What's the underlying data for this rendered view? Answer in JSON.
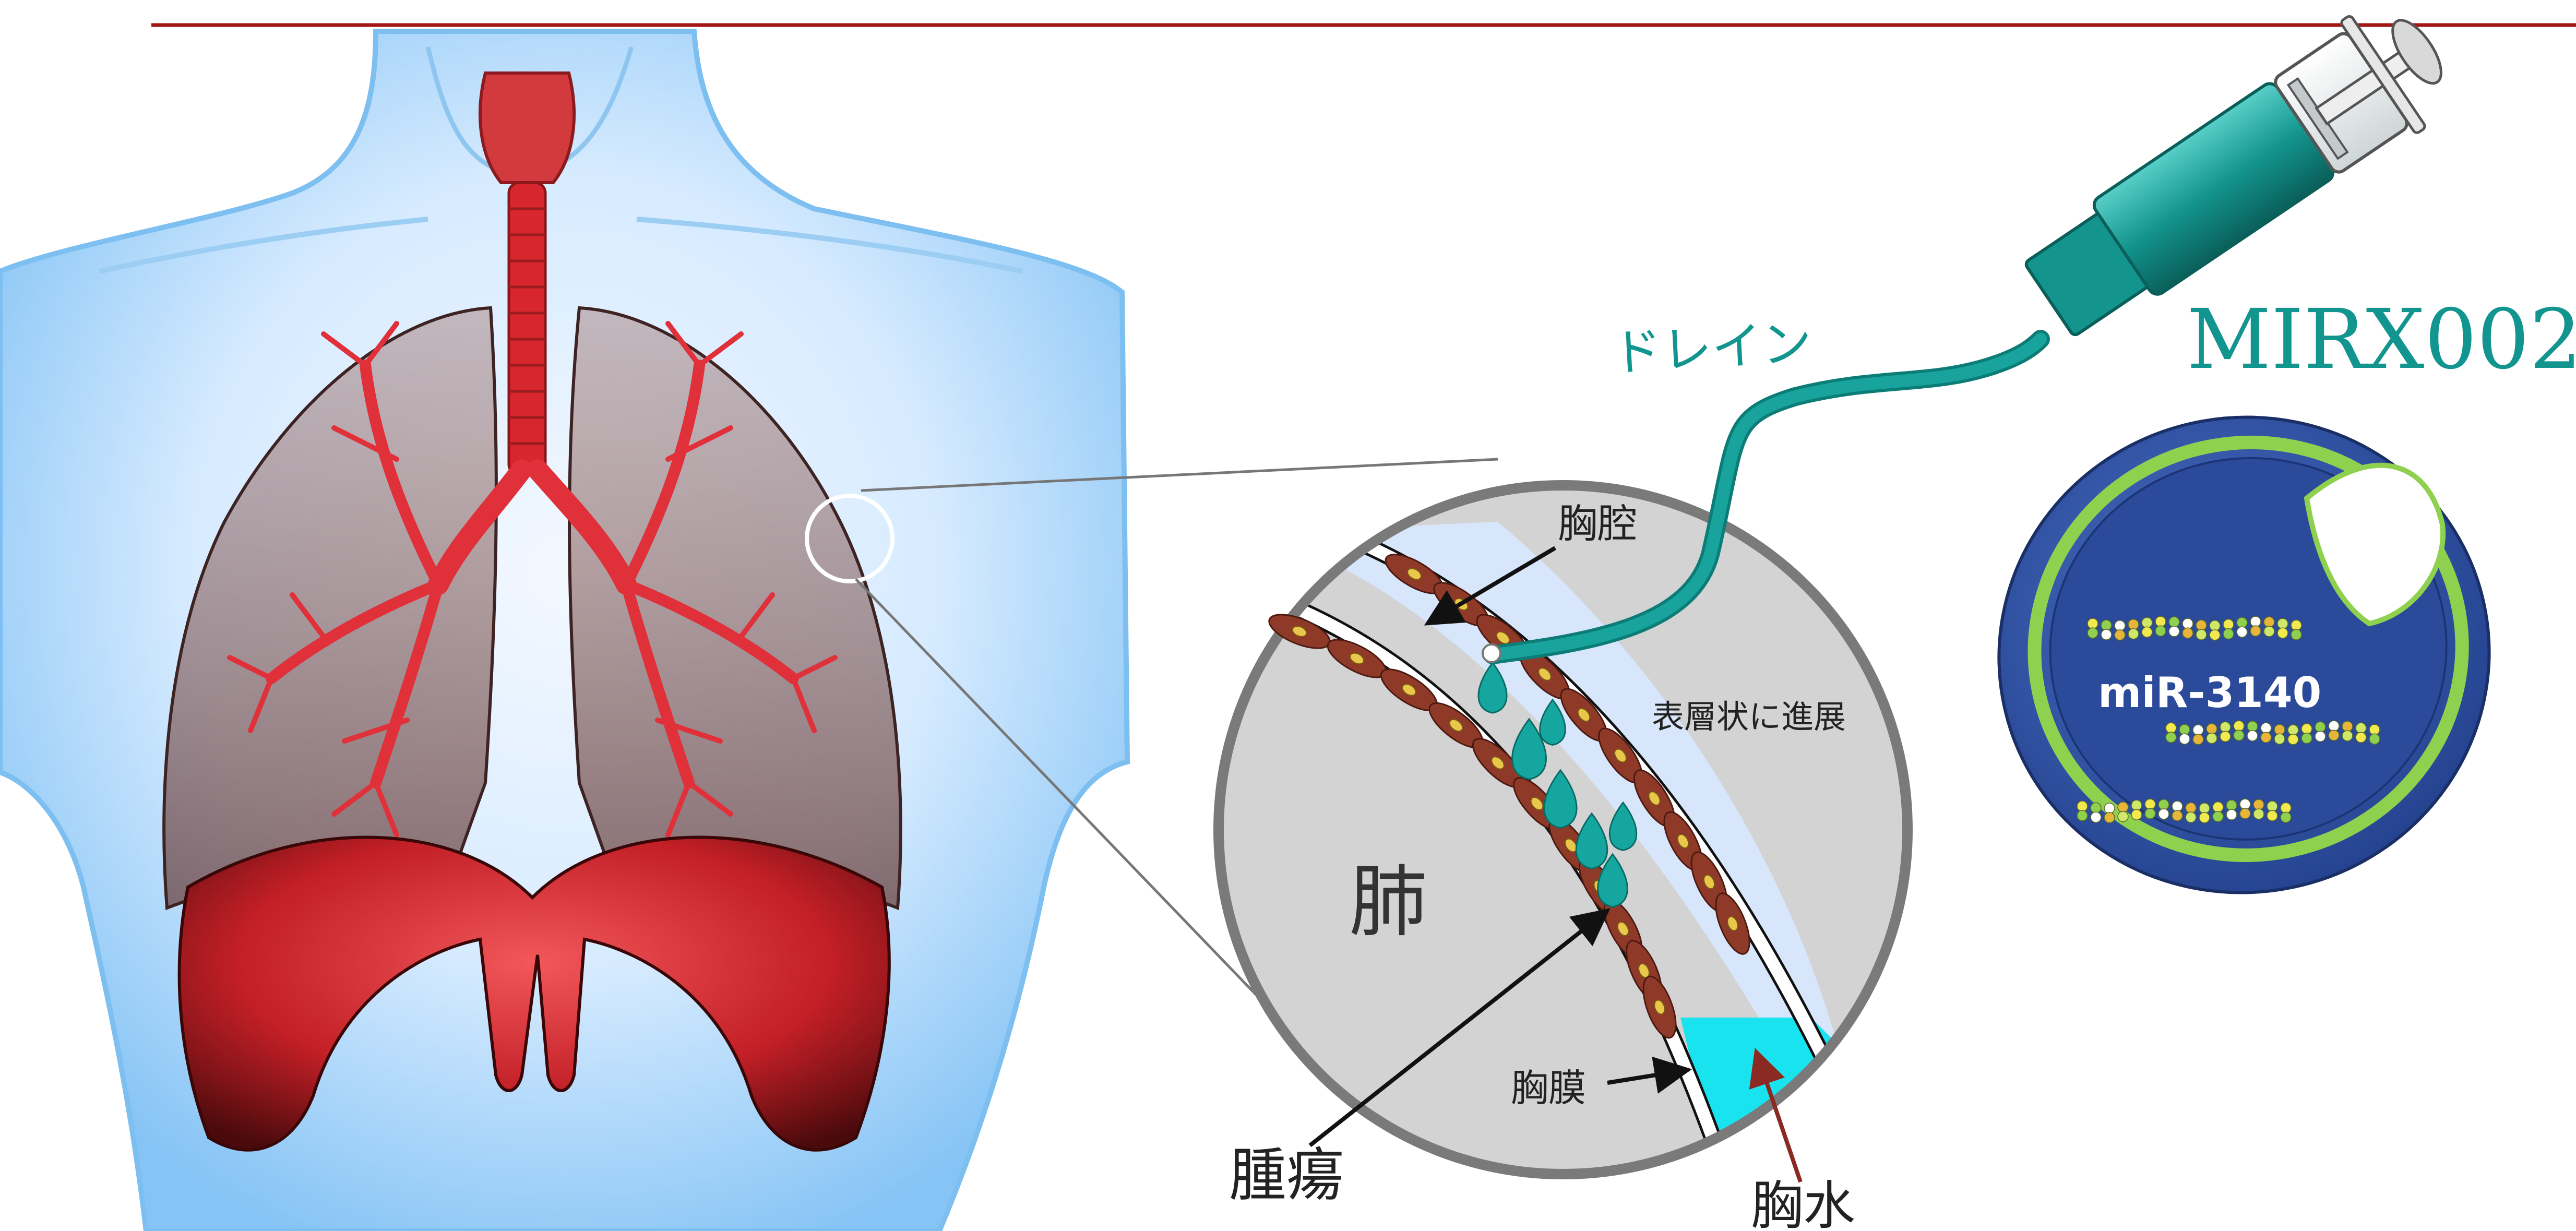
{
  "labels": {
    "pleural_cavity": "胸腔",
    "superficial_spread": "表層状に進展",
    "lung": "肺",
    "pleura": "胸膜",
    "tumor": "腫瘍",
    "pleural_effusion": "胸水",
    "drain": "ドレイン",
    "drug_name": "MIRX002",
    "mirna": "miR-3140"
  },
  "colors": {
    "accent_teal": "#12958f",
    "pleural_effusion_cyan": "#19e3ee",
    "top_rule": "#a31616",
    "tumor_cell": "#8f3a28",
    "tumor_nucleus": "#e9c74a",
    "nanoparticle_blue": "#3152a6",
    "nanoparticle_green": "#8fd14f",
    "organ_red": "#d7262d",
    "body_blue": "#7dbff0"
  }
}
